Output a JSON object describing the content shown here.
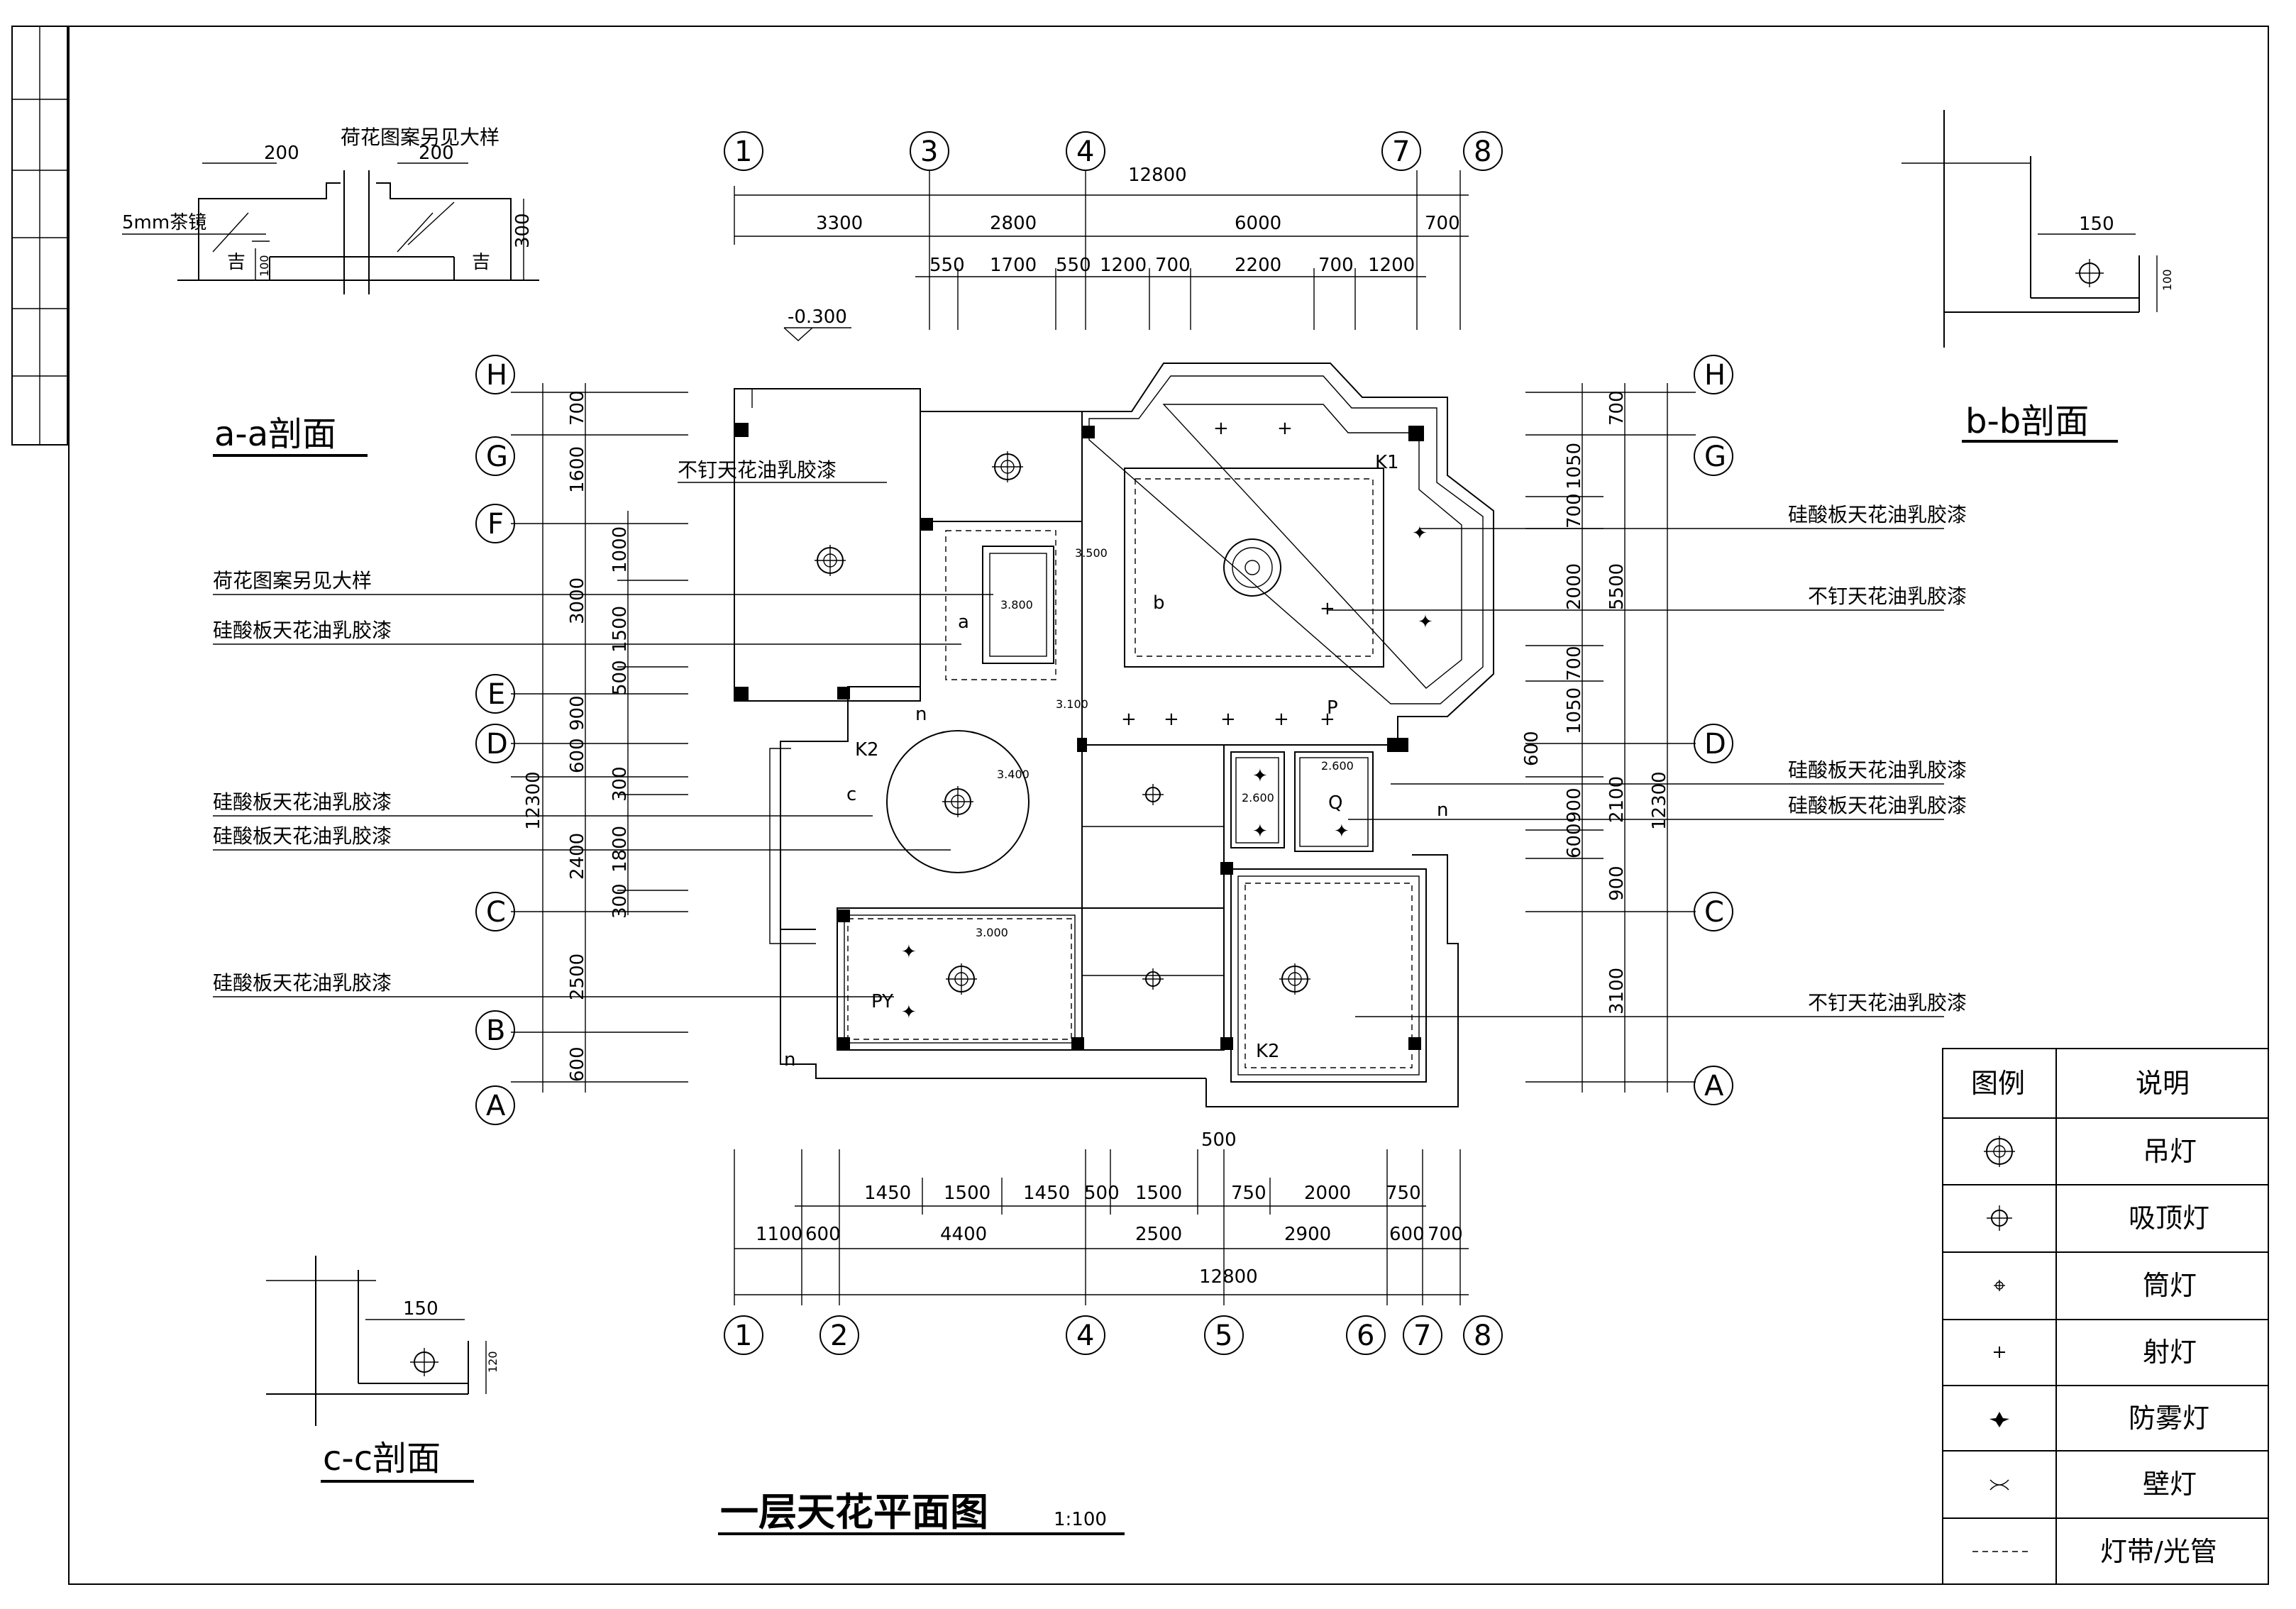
{
  "drawing": {
    "main_title": "一层天花平面图",
    "scale": "1:100",
    "level_mark": "-0.300"
  },
  "sections": {
    "aa": {
      "title": "a-a剖面",
      "mirror": "5mm茶镜",
      "note": "荷花图案另见大样",
      "d1": "200",
      "d2": "200",
      "d3": "300",
      "d4": "100"
    },
    "bb": {
      "title": "b-b剖面",
      "d1": "150",
      "d2": "100"
    },
    "cc": {
      "title": "c-c剖面",
      "d1": "150",
      "d2": "120"
    }
  },
  "axes": {
    "top": [
      "1",
      "3",
      "4",
      "7",
      "8"
    ],
    "bottom": [
      "1",
      "2",
      "4",
      "5",
      "6",
      "7",
      "8"
    ],
    "left": [
      "H",
      "G",
      "F",
      "E",
      "D",
      "C",
      "B",
      "A"
    ],
    "right": [
      "H",
      "G",
      "D",
      "C",
      "A"
    ]
  },
  "dims": {
    "top_total": "12800",
    "top_row1": [
      "3300",
      "2800",
      "6000",
      "700"
    ],
    "top_row2": [
      "550",
      "1700",
      "550",
      "1200",
      "700",
      "2200",
      "700",
      "1200"
    ],
    "bottom_total": "12800",
    "bottom_row1": [
      "1100",
      "600",
      "4400",
      "2500",
      "2900",
      "600",
      "700"
    ],
    "bottom_row2": [
      "1450",
      "1500",
      "1450",
      "500",
      "1500",
      "750",
      "2000",
      "750"
    ],
    "bottom_top": "500",
    "left_outer": [
      "700",
      "1600",
      "3000",
      "900",
      "600",
      "2400",
      "2500",
      "600"
    ],
    "left_total": "12300",
    "left_inner": [
      "1000",
      "1500",
      "500",
      "300",
      "1800",
      "300"
    ],
    "right_outer": [
      "700",
      "1050",
      "700",
      "2000",
      "700",
      "1050",
      "600",
      "900",
      "600",
      "900",
      "3100"
    ],
    "right_mid": [
      "5500",
      "2100"
    ],
    "right_total": "12300"
  },
  "room_labels": {
    "h1": "3.500",
    "h2": "3.800",
    "h3": "3.100",
    "h4": "3.400",
    "h5": "2.600",
    "h6": "2.600",
    "h7": "3.000",
    "k1": "K1",
    "k2a": "K2",
    "k2b": "K2",
    "p": "P",
    "py": "PY",
    "q": "Q",
    "n1": "n",
    "n2": "n",
    "n3": "n",
    "sa": "a",
    "sb": "b",
    "sc": "c"
  },
  "left_notes": [
    "荷花图案另见大样",
    "硅酸板天花油乳胶漆",
    "硅酸板天花油乳胶漆",
    "硅酸板天花油乳胶漆",
    "硅酸板天花油乳胶漆"
  ],
  "right_notes": [
    "硅酸板天花油乳胶漆",
    "不钉天花油乳胶漆",
    "硅酸板天花油乳胶漆",
    "硅酸板天花油乳胶漆",
    "不钉天花油乳胶漆"
  ],
  "top_note": "不钉天花油乳胶漆",
  "legend": {
    "header_symbol": "图例",
    "header_desc": "说明",
    "rows": [
      {
        "icon": "pendant-lamp-icon",
        "label": "吊灯"
      },
      {
        "icon": "ceiling-lamp-icon",
        "label": "吸顶灯"
      },
      {
        "icon": "downlight-icon",
        "label": "筒灯"
      },
      {
        "icon": "spotlight-icon",
        "label": "射灯"
      },
      {
        "icon": "fog-lamp-icon",
        "label": "防雾灯"
      },
      {
        "icon": "wall-lamp-icon",
        "label": "壁灯"
      },
      {
        "icon": "light-strip-icon",
        "label": "灯带/光管"
      }
    ]
  }
}
